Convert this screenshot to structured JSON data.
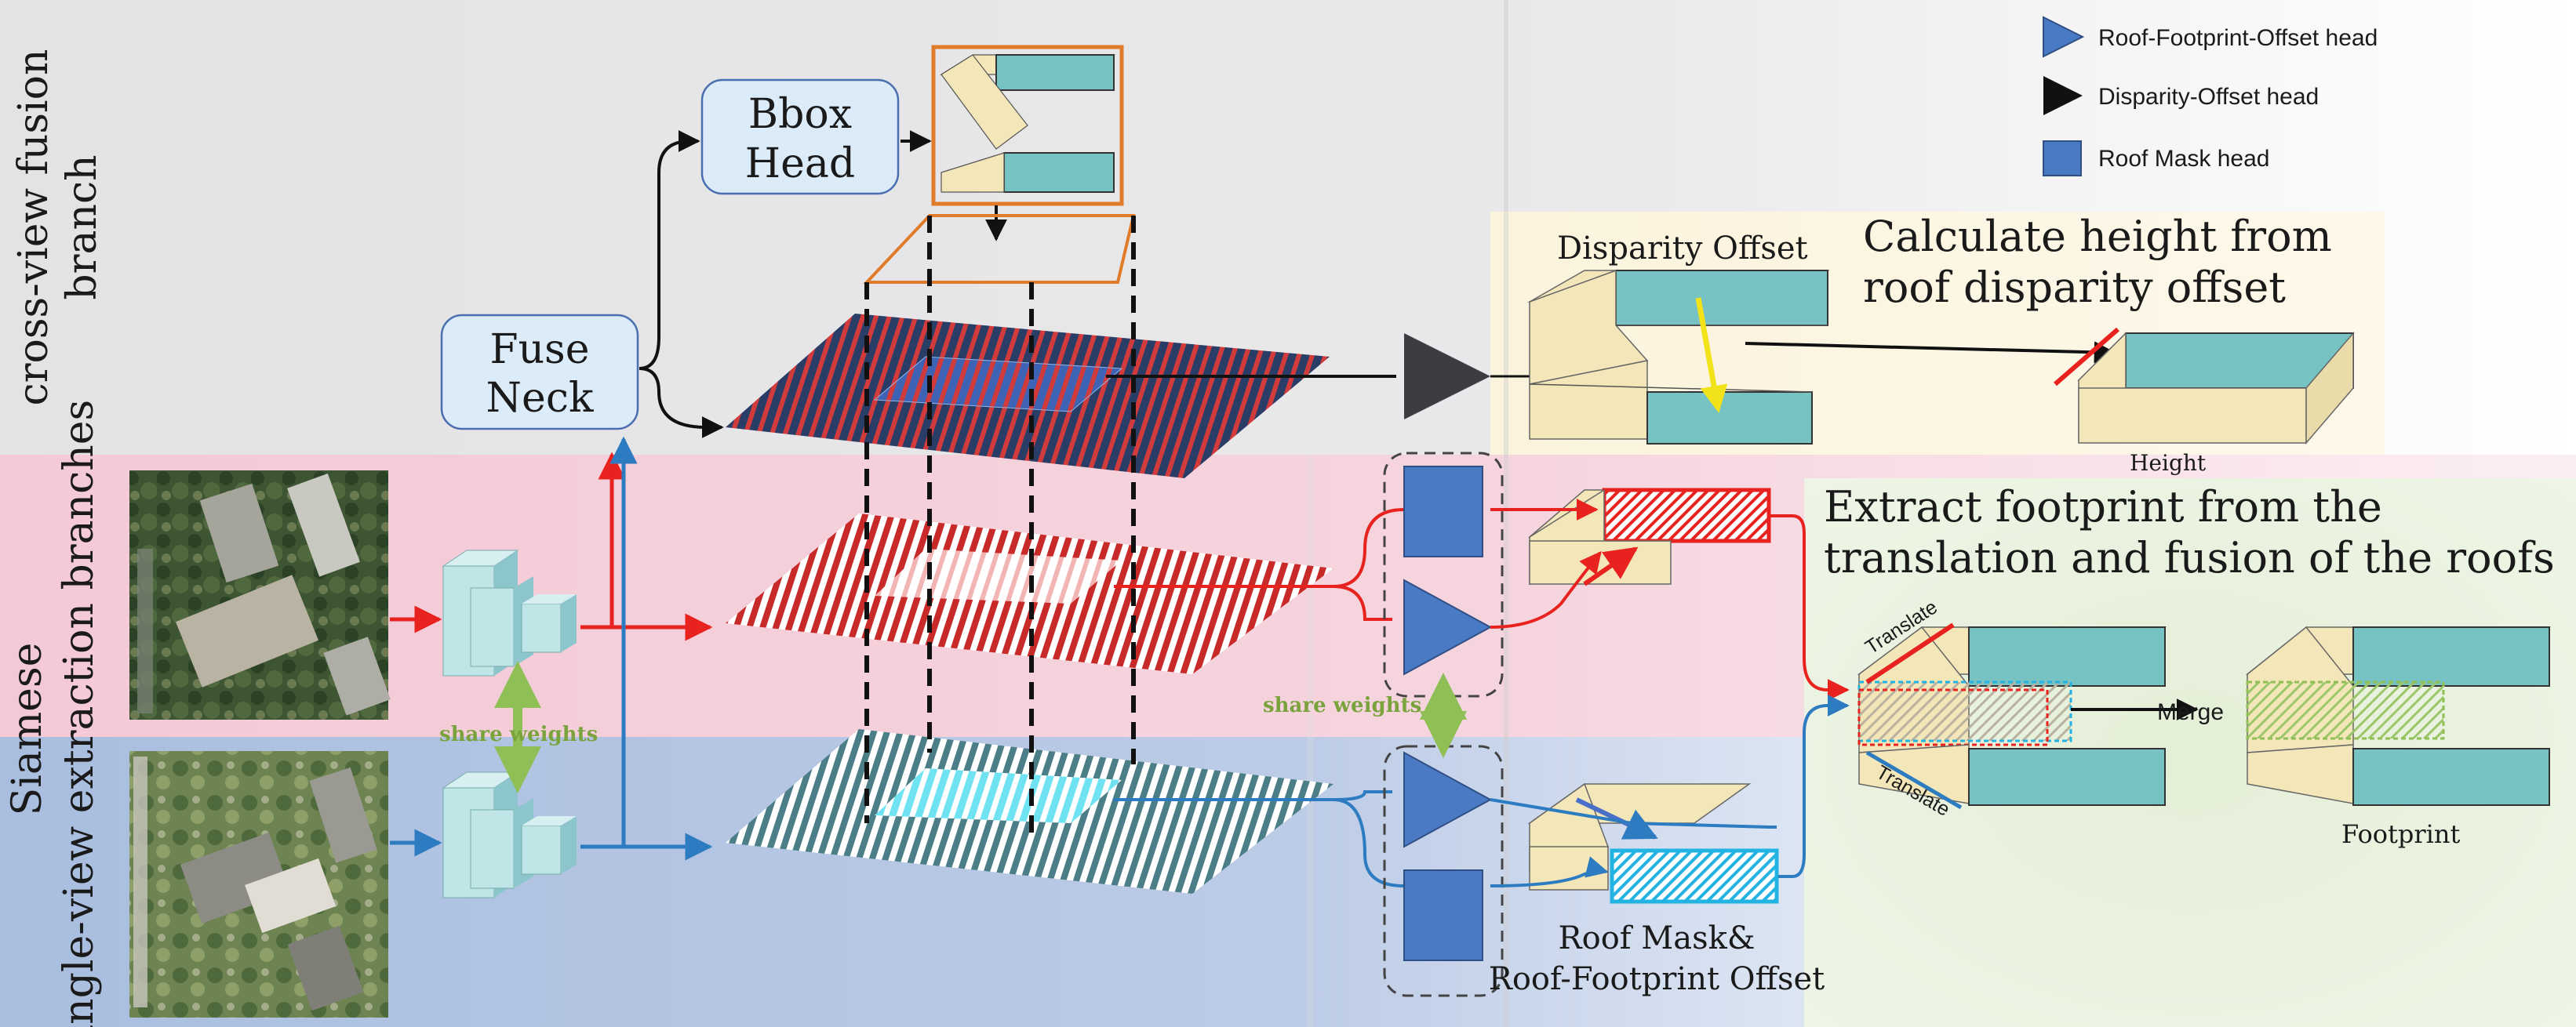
{
  "legend": {
    "roof_footprint_offset_head": "Roof-Footprint-Offset head",
    "disparity_offset_head": "Disparity-Offset head",
    "roof_mask_head": "Roof Mask head"
  },
  "branches": {
    "cross_view_line1": "cross-view fusion",
    "cross_view_line2": "branch",
    "siamese_line1": "Siamese",
    "siamese_line2": "single-view  extraction  branches"
  },
  "modules": {
    "bbox_line1": "Bbox",
    "bbox_line2": "Head",
    "fuse_line1": "Fuse",
    "fuse_line2": "Neck"
  },
  "labels": {
    "share_weights_left": "share weights",
    "share_weights_right": "share weights",
    "disparity_offset": "Disparity Offset",
    "height_title_line1": "Calculate height from",
    "height_title_line2": "roof disparity offset",
    "height": "Height",
    "footprint_title_line1": "Extract footprint from the",
    "footprint_title_line2": "translation and fusion of the roofs",
    "translate_top": "Translate",
    "translate_bottom": "Translate",
    "merge": "Merge",
    "footprint": "Footprint",
    "roof_mask_line1": "Roof Mask&",
    "roof_mask_line2": "Roof-Footprint Offset"
  },
  "colors": {
    "red": "#e8231f",
    "blue": "#2d7cc1",
    "teal": "#77c2c2",
    "cream": "#f3e6b9",
    "navy": "#2f3f64",
    "headBlue": "#4a7ac4",
    "orange": "#e07b2a",
    "green": "#8fbf55"
  }
}
